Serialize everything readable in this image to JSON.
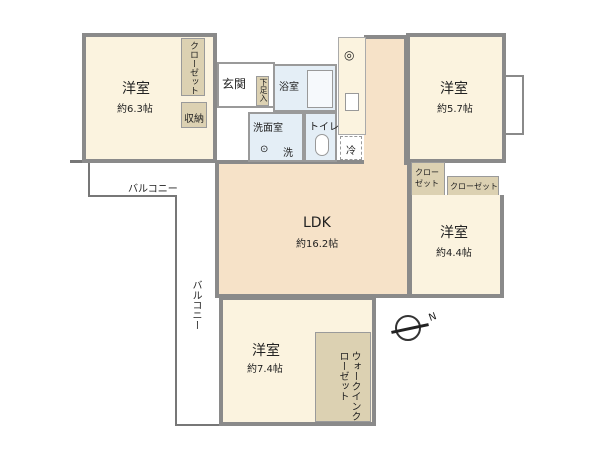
{
  "rooms": {
    "western1": {
      "name": "洋室",
      "size": "約6.3帖"
    },
    "western2": {
      "name": "洋室",
      "size": "約5.7帖"
    },
    "western3": {
      "name": "洋室",
      "size": "約4.4帖"
    },
    "western4": {
      "name": "洋室",
      "size": "約7.4帖"
    },
    "ldk": {
      "name": "LDK",
      "size": "約16.2帖"
    }
  },
  "labels": {
    "closet1": "クローゼット",
    "storage": "収納",
    "entrance": "玄関",
    "shoe": "下足入",
    "bath": "浴室",
    "wash": "洗面室",
    "toilet": "トイレ",
    "washer": "洗",
    "fridge": "冷",
    "closet2": "クローゼット",
    "closet3": "クローゼット",
    "wic": "ウォークインクローゼット",
    "balcony1": "バルコニー",
    "balcony2": "バルコニー",
    "north": "N"
  },
  "colors": {
    "room": "#fbf3df",
    "ldk": "#f6e2c8",
    "wet": "#e4eef6",
    "closet": "#dcd1b2",
    "wall": "#8a8a8a"
  }
}
